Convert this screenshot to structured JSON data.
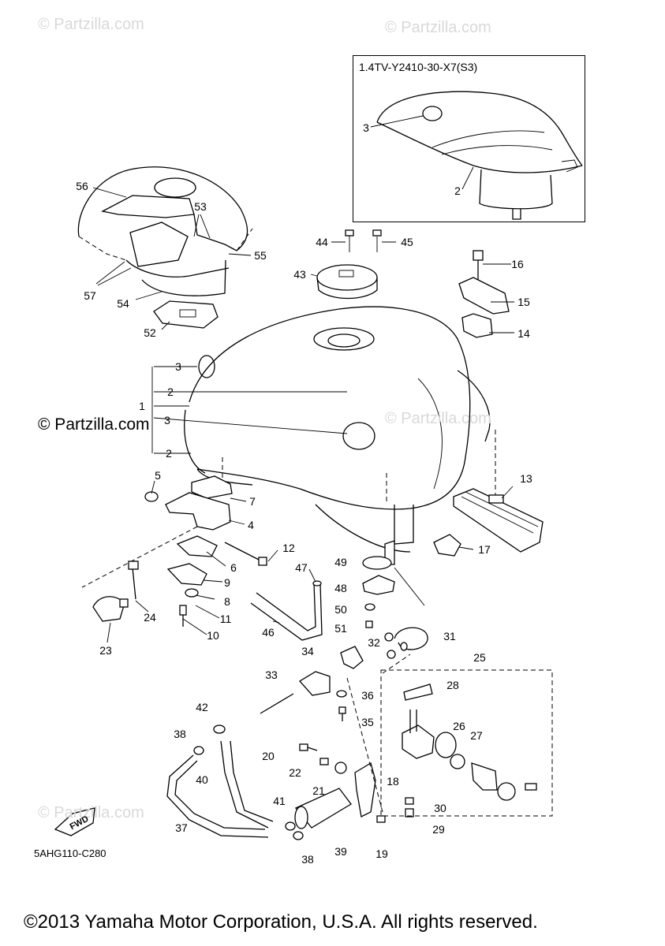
{
  "watermarks": {
    "top_left": "© Partzilla.com",
    "top_right": "© Partzilla.com",
    "middle_left": "© Partzilla.com",
    "middle_right": "© Partzilla.com",
    "bottom_left": "© Partzilla.com"
  },
  "inset": {
    "title": "1.4TV-Y2410-30-X7(S3)"
  },
  "diagram_code": "5AHG110-C280",
  "fwd_label": "FWD",
  "copyright": "©2013 Yamaha Motor Corporation, U.S.A. All rights reserved.",
  "callouts": [
    {
      "id": "c-inset-3",
      "text": "3"
    },
    {
      "id": "c-inset-2",
      "text": "2"
    },
    {
      "id": "c-56",
      "text": "56"
    },
    {
      "id": "c-53",
      "text": "53"
    },
    {
      "id": "c-55",
      "text": "55"
    },
    {
      "id": "c-57",
      "text": "57"
    },
    {
      "id": "c-54",
      "text": "54"
    },
    {
      "id": "c-52",
      "text": "52"
    },
    {
      "id": "c-44",
      "text": "44"
    },
    {
      "id": "c-45",
      "text": "45"
    },
    {
      "id": "c-43",
      "text": "43"
    },
    {
      "id": "c-16",
      "text": "16"
    },
    {
      "id": "c-15",
      "text": "15"
    },
    {
      "id": "c-14",
      "text": "14"
    },
    {
      "id": "c-3a",
      "text": "3"
    },
    {
      "id": "c-2a",
      "text": "2"
    },
    {
      "id": "c-1",
      "text": "1"
    },
    {
      "id": "c-3b",
      "text": "3"
    },
    {
      "id": "c-2b",
      "text": "2"
    },
    {
      "id": "c-13",
      "text": "13"
    },
    {
      "id": "c-5",
      "text": "5"
    },
    {
      "id": "c-7",
      "text": "7"
    },
    {
      "id": "c-4",
      "text": "4"
    },
    {
      "id": "c-17",
      "text": "17"
    },
    {
      "id": "c-12",
      "text": "12"
    },
    {
      "id": "c-6",
      "text": "6"
    },
    {
      "id": "c-47",
      "text": "47"
    },
    {
      "id": "c-49",
      "text": "49"
    },
    {
      "id": "c-9",
      "text": "9"
    },
    {
      "id": "c-8",
      "text": "8"
    },
    {
      "id": "c-48",
      "text": "48"
    },
    {
      "id": "c-24",
      "text": "24"
    },
    {
      "id": "c-11",
      "text": "11"
    },
    {
      "id": "c-50",
      "text": "50"
    },
    {
      "id": "c-10",
      "text": "10"
    },
    {
      "id": "c-46",
      "text": "46"
    },
    {
      "id": "c-51",
      "text": "51"
    },
    {
      "id": "c-31",
      "text": "31"
    },
    {
      "id": "c-23",
      "text": "23"
    },
    {
      "id": "c-32",
      "text": "32"
    },
    {
      "id": "c-34",
      "text": "34"
    },
    {
      "id": "c-25",
      "text": "25"
    },
    {
      "id": "c-33",
      "text": "33"
    },
    {
      "id": "c-28",
      "text": "28"
    },
    {
      "id": "c-36",
      "text": "36"
    },
    {
      "id": "c-42",
      "text": "42"
    },
    {
      "id": "c-35",
      "text": "35"
    },
    {
      "id": "c-26",
      "text": "26"
    },
    {
      "id": "c-38a",
      "text": "38"
    },
    {
      "id": "c-27",
      "text": "27"
    },
    {
      "id": "c-20",
      "text": "20"
    },
    {
      "id": "c-22",
      "text": "22"
    },
    {
      "id": "c-40",
      "text": "40"
    },
    {
      "id": "c-21",
      "text": "21"
    },
    {
      "id": "c-18",
      "text": "18"
    },
    {
      "id": "c-41",
      "text": "41"
    },
    {
      "id": "c-30",
      "text": "30"
    },
    {
      "id": "c-37",
      "text": "37"
    },
    {
      "id": "c-39",
      "text": "39"
    },
    {
      "id": "c-29",
      "text": "29"
    },
    {
      "id": "c-19",
      "text": "19"
    },
    {
      "id": "c-38b",
      "text": "38"
    }
  ]
}
